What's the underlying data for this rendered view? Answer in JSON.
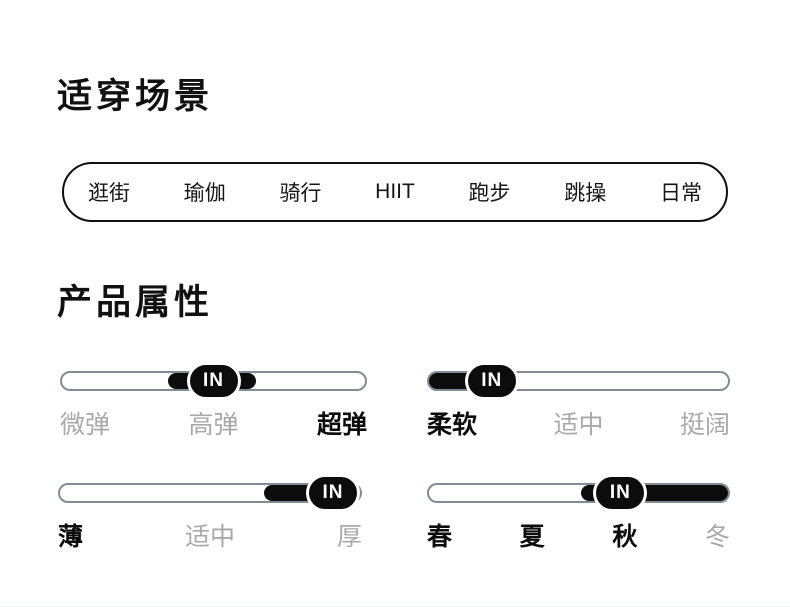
{
  "page": {
    "background": "#ffffff"
  },
  "sections": {
    "scenarios": {
      "title": "适穿场景",
      "items": [
        "逛街",
        "瑜伽",
        "骑行",
        "HIIT",
        "跑步",
        "跳操",
        "日常"
      ]
    },
    "attributes": {
      "title": "产品属性",
      "badge_label": "IN",
      "sliders": [
        {
          "name": "elasticity",
          "labels": [
            {
              "text": "微弹",
              "emphasis": false
            },
            {
              "text": "高弹",
              "emphasis": false
            },
            {
              "text": "超弹",
              "emphasis": true
            }
          ],
          "fill_start_pct": 35,
          "fill_end_pct": 64,
          "badge_pct": 50
        },
        {
          "name": "softness",
          "labels": [
            {
              "text": "柔软",
              "emphasis": true
            },
            {
              "text": "适中",
              "emphasis": false
            },
            {
              "text": "挺阔",
              "emphasis": false
            }
          ],
          "fill_start_pct": 0,
          "fill_end_pct": 30,
          "badge_pct": 21
        },
        {
          "name": "thickness",
          "labels": [
            {
              "text": "薄",
              "emphasis": true
            },
            {
              "text": "适中",
              "emphasis": false
            },
            {
              "text": "厚",
              "emphasis": false
            }
          ],
          "fill_start_pct": 68,
          "fill_end_pct": 100,
          "badge_pct": 91
        },
        {
          "name": "season",
          "labels": [
            {
              "text": "春",
              "emphasis": true
            },
            {
              "text": "夏",
              "emphasis": true
            },
            {
              "text": "秋",
              "emphasis": true
            },
            {
              "text": "冬",
              "emphasis": false
            }
          ],
          "fill_start_pct": 51,
          "fill_end_pct": 100,
          "badge_pct": 64
        }
      ]
    }
  },
  "colors": {
    "accent_black": "#0c0c0c",
    "pill_border": "#101010",
    "track_border": "#828c96",
    "muted_label": "#a9a9a9",
    "badge_text": "#ffffff"
  }
}
